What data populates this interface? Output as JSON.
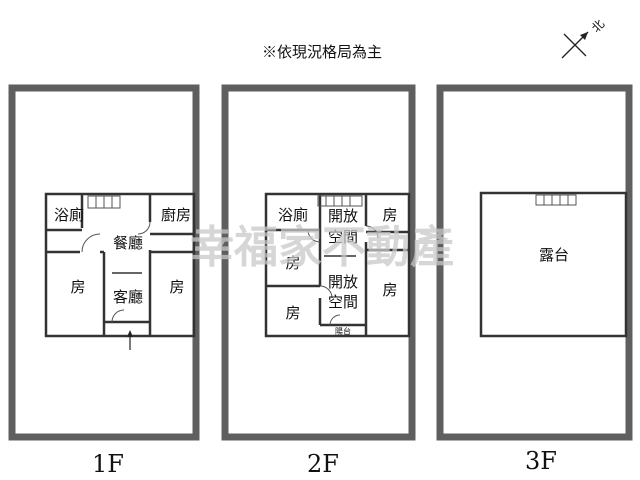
{
  "header": {
    "note": "※依現況格局為主",
    "compass_label": "北"
  },
  "watermark": "幸福家不動產",
  "floor_1": {
    "caption": "1F",
    "rooms": {
      "bath": "浴廁",
      "dining": "餐廳",
      "kitchen": "廚房",
      "living": "客廳",
      "room_left": "房",
      "room_right": "房"
    }
  },
  "floor_2": {
    "caption": "2F",
    "rooms": {
      "bath": "浴廁",
      "open_space_upper": "開放空間",
      "room_top_right": "房",
      "room_left": "房",
      "open_space_lower": "開放空間",
      "room_right": "房",
      "room_bottom_left": "房",
      "balcony": "陽台"
    }
  },
  "floor_3": {
    "caption": "3F",
    "rooms": {
      "terrace": "露台"
    }
  },
  "colors": {
    "wall": "#5f5f5f",
    "line": "#333333",
    "watermark": "#c9c9c9"
  }
}
